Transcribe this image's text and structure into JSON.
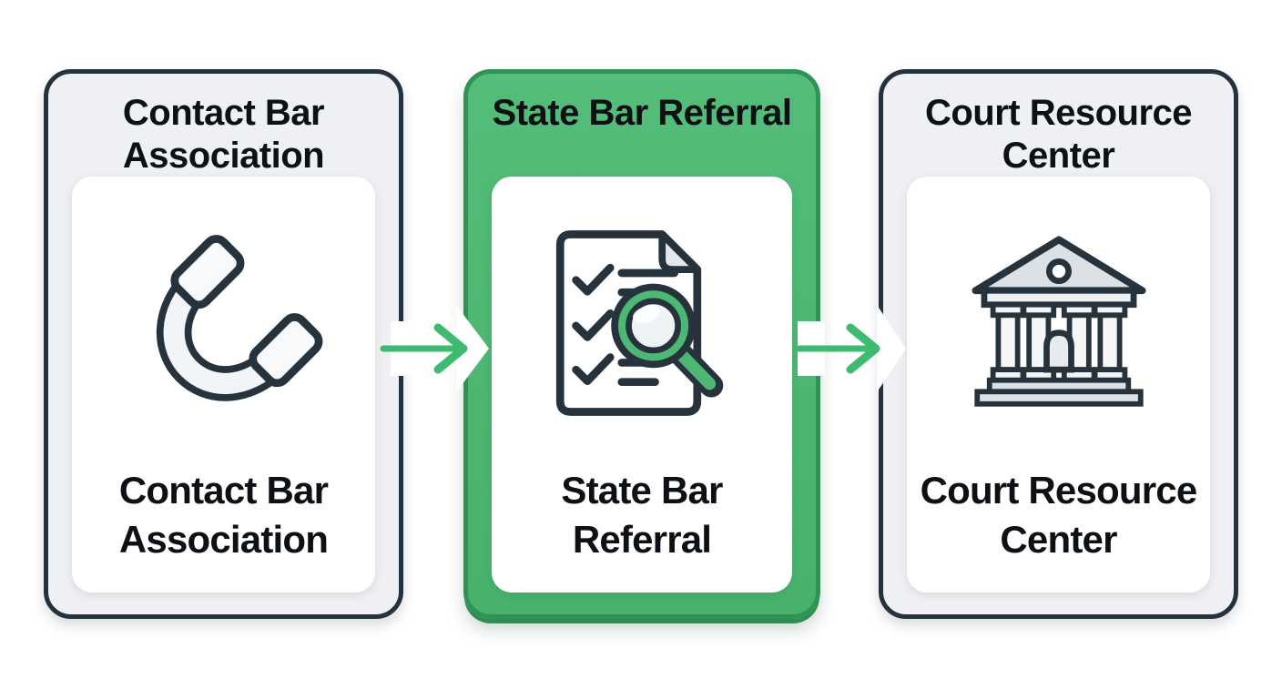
{
  "flow": {
    "steps": [
      {
        "header": "Contact Bar Association",
        "label": "Contact Bar Association",
        "icon": "phone-icon"
      },
      {
        "header": "State Bar Referral",
        "label": "State Bar Referral",
        "icon": "document-search-icon"
      },
      {
        "header": "Court Resource Center",
        "label": "Court Resource Center",
        "icon": "courthouse-icon"
      }
    ],
    "connectors": [
      {
        "icon": "arrow-right-icon"
      },
      {
        "icon": "arrow-right-icon"
      }
    ]
  },
  "colors": {
    "page_bg": "#ffffff",
    "light_card_bg": "#eef0f3",
    "card_border": "#24323e",
    "accent_green": "#4db873",
    "green_border": "#2f9356",
    "arrow_green": "#3fba71",
    "inner_card_bg": "#ffffff",
    "text": "#0d1014",
    "icon_stroke": "#26333d",
    "icon_gray": "#dce1e5"
  }
}
